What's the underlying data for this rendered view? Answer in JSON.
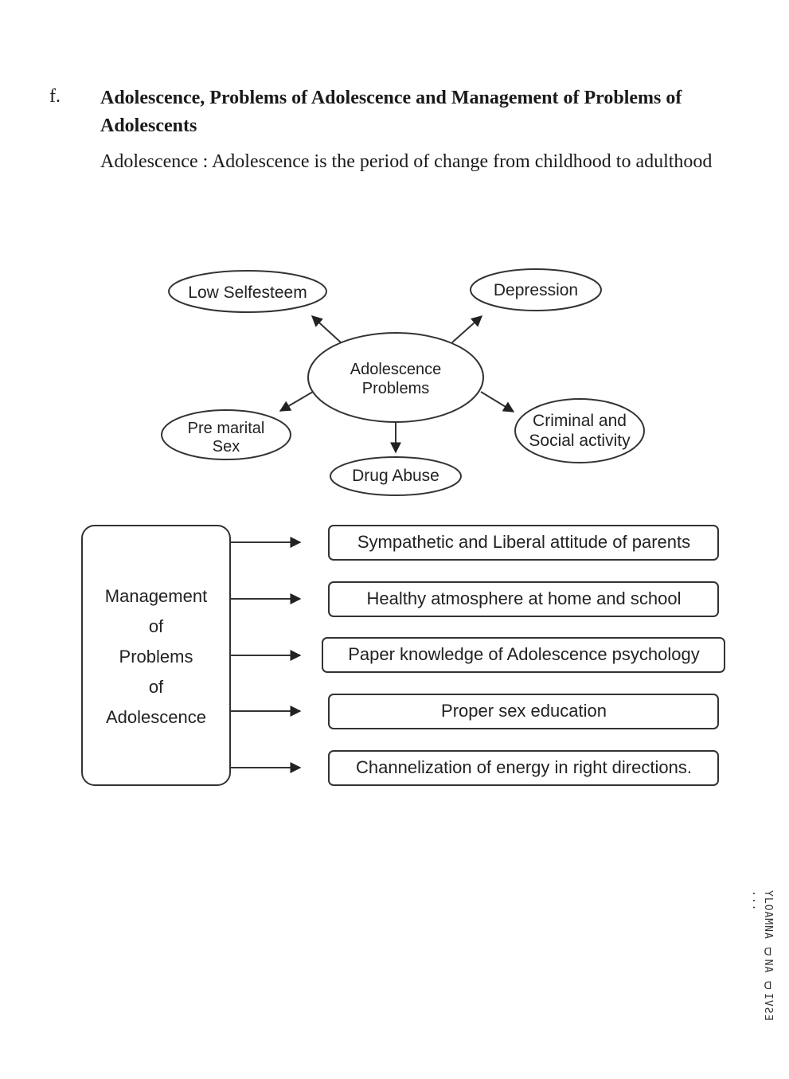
{
  "section": {
    "marker": "f.",
    "heading": "Adolescence, Problems of Adolescence and Management of Problems of Adolescents",
    "definition": "Adolescence : Adolescence is the period of change from childhood to adulthood"
  },
  "problems_diagram": {
    "center": [
      "Adolescence",
      "Problems"
    ],
    "low_selfesteem": [
      "Low Selfesteem"
    ],
    "depression": [
      "Depression"
    ],
    "pre_marital_sex": [
      "Pre marital",
      "Sex"
    ],
    "drug_abuse": [
      "Drug Abuse"
    ],
    "criminal_social": [
      "Criminal and",
      "Social activity"
    ]
  },
  "management_diagram": {
    "title": [
      "Management",
      "of",
      "Problems",
      "of",
      "Adolescence"
    ],
    "items": [
      "Sympathetic and Liberal attitude of parents",
      "Healthy atmosphere at home and school",
      "Paper knowledge of Adolescence psychology",
      "Proper sex education",
      "Channelization of energy in right directions."
    ]
  },
  "margin_note": "YLOAMNA ᗡNA ᗡIVƧƎ ..."
}
